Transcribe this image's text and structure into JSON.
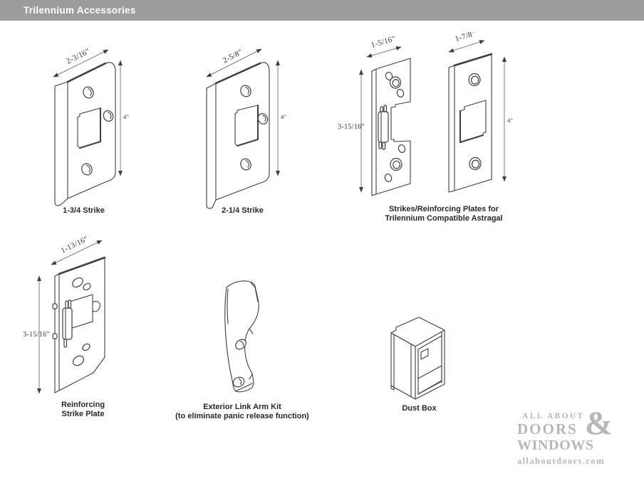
{
  "header": {
    "title": "Trilennium Accessories"
  },
  "figures": {
    "strike_134": {
      "caption": "1-3/4 Strike",
      "width_dim": "2-3/16\"",
      "height_dim": "4\""
    },
    "strike_214": {
      "caption": "2-1/4 Strike",
      "width_dim": "2-5/8\"",
      "height_dim": "4\""
    },
    "astragal": {
      "caption_line1": "Strikes/Reinforcing Plates for",
      "caption_line2": "Trilennium Compatible Astragal",
      "left_width_dim": "1-5/16\"",
      "left_height_dim": "3-15/16\"",
      "right_width_dim": "1-7/8\"",
      "right_height_dim": "4\""
    },
    "reinforcing": {
      "caption_line1": "Reinforcing",
      "caption_line2": "Strike Plate",
      "width_dim": "1-13/16\"",
      "height_dim": "3-15/16\""
    },
    "link_arm": {
      "caption_line1": "Exterior Link Arm Kit",
      "caption_line2": "(to eliminate panic release function)"
    },
    "dust_box": {
      "caption": "Dust Box"
    }
  },
  "logo": {
    "line1": "ALL ABOUT",
    "ampersand": "&",
    "line2": "DOORS",
    "line3": "WINDOWS",
    "website": "allaboutdoors.com"
  },
  "colors": {
    "header_bg": "#9c9c9c",
    "line_color": "#3e3e3e",
    "logo_gray": "#b7b7b7"
  }
}
